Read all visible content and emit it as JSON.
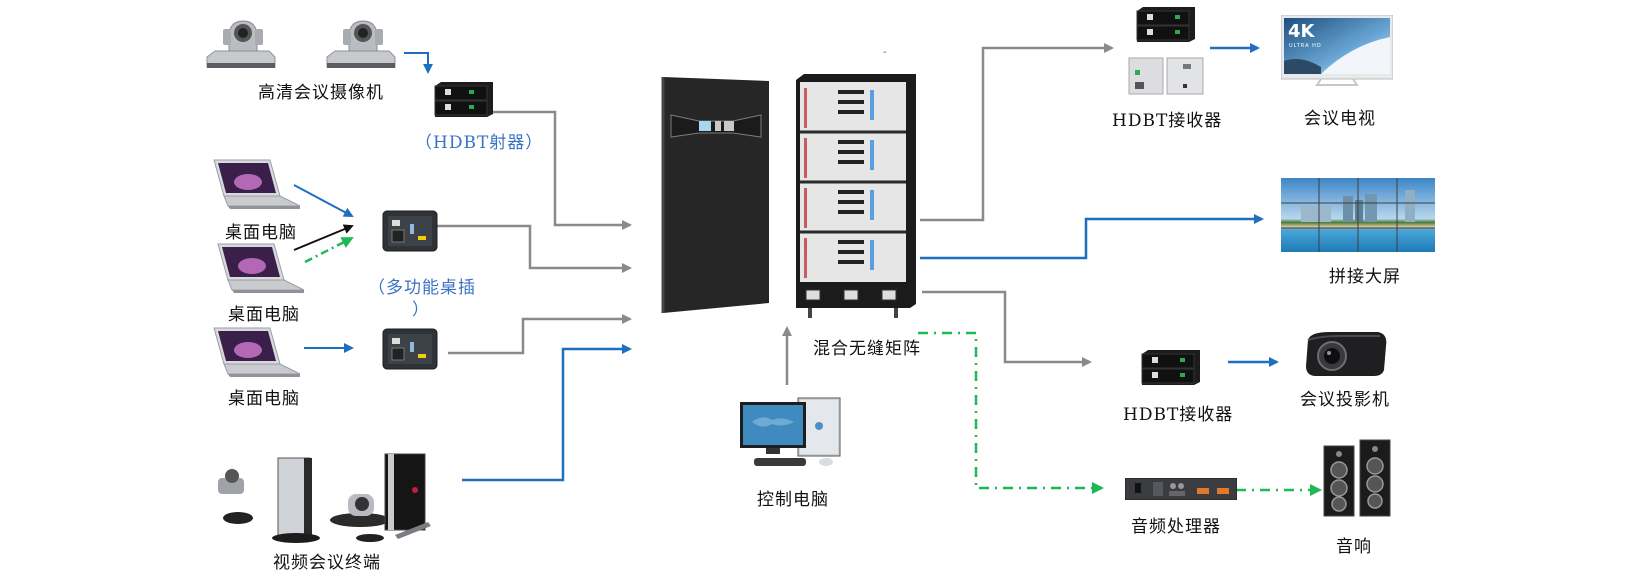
{
  "diagram": {
    "title_mark": "-",
    "colors": {
      "gray_link": "#8a8a8a",
      "blue_link": "#1f6fc0",
      "black_link": "#111111",
      "green_audio": "#1db954",
      "label_blue": "#3a72c4"
    },
    "inputs": {
      "hd_camera": {
        "label": "高清会议摄像机",
        "icon": "ptz-camera-icon",
        "count": 2
      },
      "hdbt_tx": {
        "label": "（HDBT射器）",
        "icon": "hdbt-transmitter-icon"
      },
      "laptop_1": {
        "label": "桌面电脑",
        "icon": "laptop-icon"
      },
      "laptop_2": {
        "label": "桌面电脑",
        "icon": "laptop-icon"
      },
      "laptop_3": {
        "label": "桌面电脑",
        "icon": "laptop-icon"
      },
      "table_box": {
        "label_line1": "（多功能桌插",
        "label_line2": "）",
        "icon": "table-socket-icon"
      },
      "vc_terminal": {
        "label": "视频会议终端",
        "icon": "video-conference-terminal-icon"
      }
    },
    "core": {
      "matrix": {
        "label": "混合无缝矩阵",
        "icon": "seamless-matrix-icon"
      },
      "control_pc": {
        "label": "控制电脑",
        "icon": "desktop-pc-icon"
      }
    },
    "outputs": {
      "hdbt_rx_1": {
        "label": "HDBT接收器",
        "icon": "hdbt-receiver-icon"
      },
      "tv": {
        "label": "会议电视",
        "icon": "4k-tv-icon",
        "screen_text": "4K",
        "screen_sub": "ULTRA HD"
      },
      "video_wall": {
        "label": "拼接大屏",
        "icon": "video-wall-icon"
      },
      "hdbt_rx_2": {
        "label": "HDBT接收器",
        "icon": "hdbt-receiver-icon"
      },
      "projector": {
        "label": "会议投影机",
        "icon": "projector-icon"
      },
      "audio_processor": {
        "label": "音频处理器",
        "icon": "audio-processor-icon"
      },
      "speakers": {
        "label": "音响",
        "icon": "speaker-icon"
      }
    },
    "connections": [
      {
        "from": "hd_camera",
        "to": "hdbt_tx",
        "type": "blue"
      },
      {
        "from": "hdbt_tx",
        "to": "matrix",
        "type": "gray"
      },
      {
        "from": "laptop_1",
        "to": "table_box",
        "type": "blue"
      },
      {
        "from": "laptop_2",
        "to": "table_box",
        "type": "black"
      },
      {
        "from": "laptop_2",
        "to": "table_box",
        "type": "green-dashdot"
      },
      {
        "from": "table_box",
        "to": "matrix",
        "type": "gray"
      },
      {
        "from": "laptop_3",
        "to": "table_box_2",
        "type": "blue"
      },
      {
        "from": "table_box_2",
        "to": "matrix",
        "type": "gray"
      },
      {
        "from": "vc_terminal",
        "to": "matrix",
        "type": "blue"
      },
      {
        "from": "control_pc",
        "to": "matrix",
        "type": "gray"
      },
      {
        "from": "matrix",
        "to": "hdbt_rx_1",
        "type": "gray"
      },
      {
        "from": "hdbt_rx_1",
        "to": "tv",
        "type": "blue"
      },
      {
        "from": "matrix",
        "to": "video_wall",
        "type": "blue"
      },
      {
        "from": "matrix",
        "to": "hdbt_rx_2",
        "type": "gray"
      },
      {
        "from": "hdbt_rx_2",
        "to": "projector",
        "type": "blue"
      },
      {
        "from": "matrix",
        "to": "audio_processor",
        "type": "green-dashdot"
      },
      {
        "from": "audio_processor",
        "to": "speakers",
        "type": "green-dashdot"
      }
    ]
  }
}
